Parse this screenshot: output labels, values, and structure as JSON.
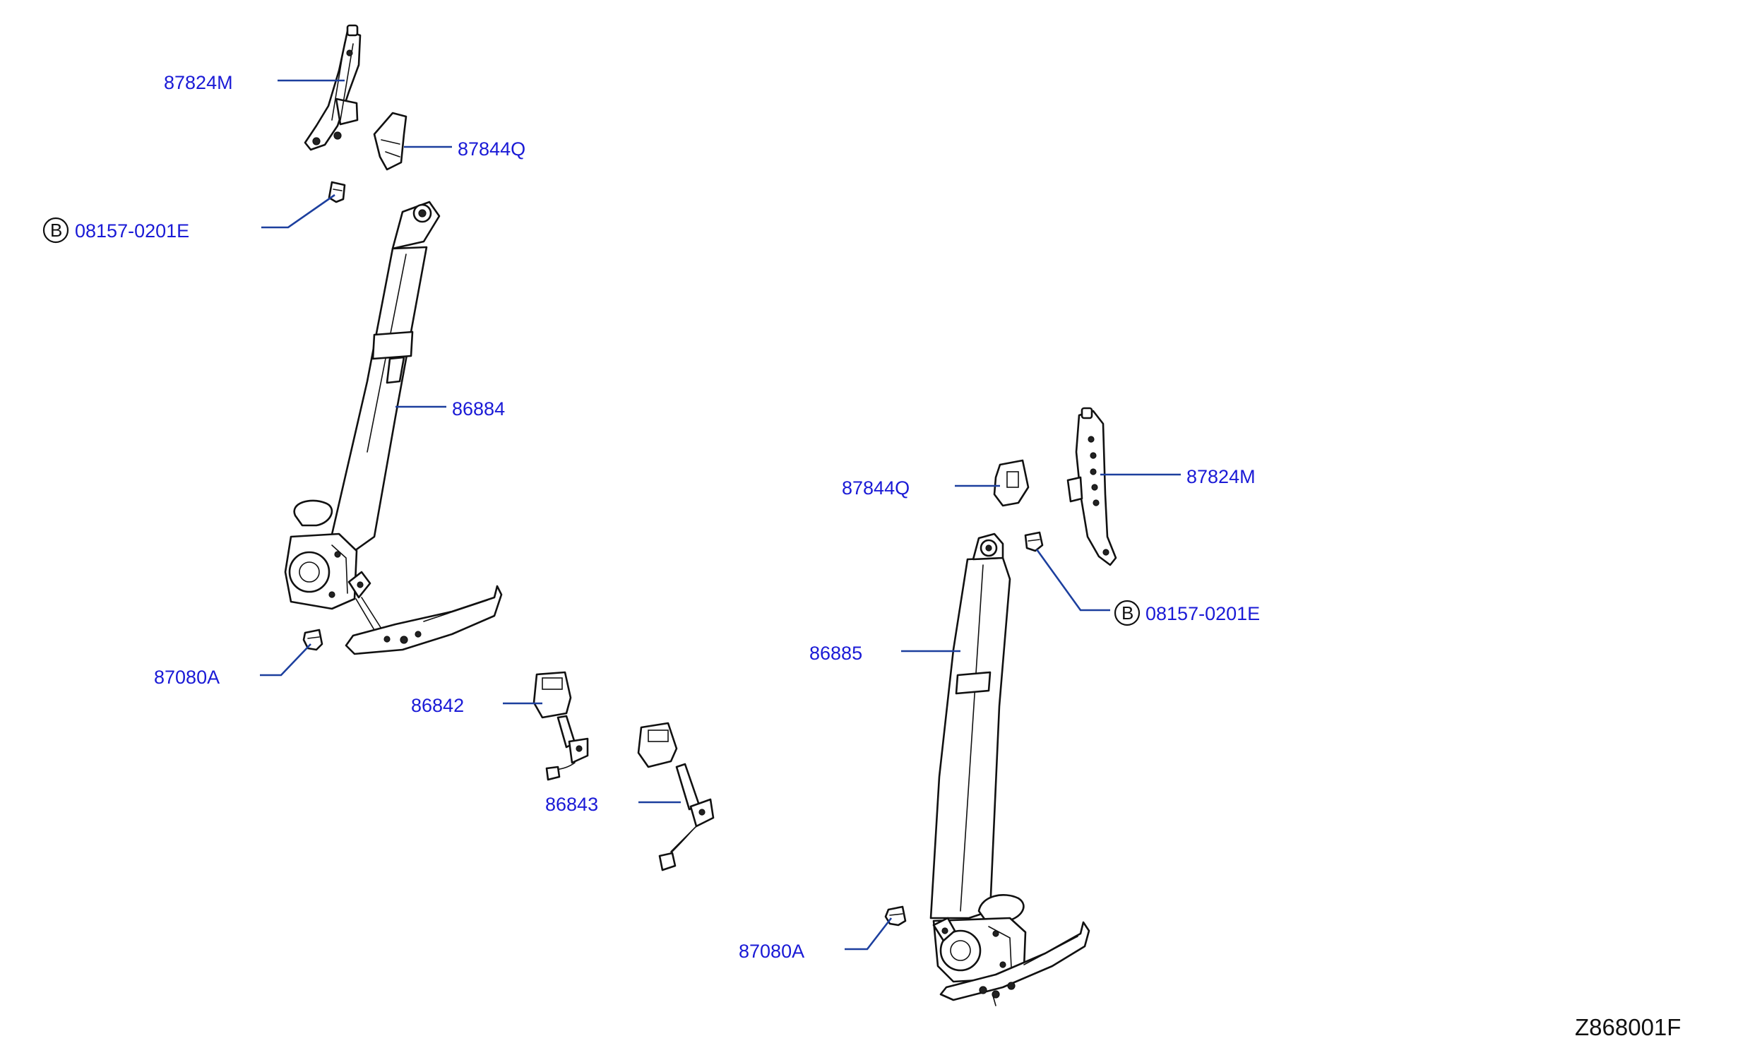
{
  "diagram": {
    "reference_code": "Z868001F",
    "bolt_symbol": "B",
    "callouts": {
      "left_guide": "87824M",
      "left_cover": "87844Q",
      "left_bolt": "08157-0201E",
      "left_belt": "86884",
      "left_anchor_bolt": "87080A",
      "buckle_left": "86842",
      "buckle_right": "86843",
      "right_cover": "87844Q",
      "right_guide": "87824M",
      "right_bolt": "08157-0201E",
      "right_belt": "86885",
      "right_anchor_bolt": "87080A"
    }
  }
}
